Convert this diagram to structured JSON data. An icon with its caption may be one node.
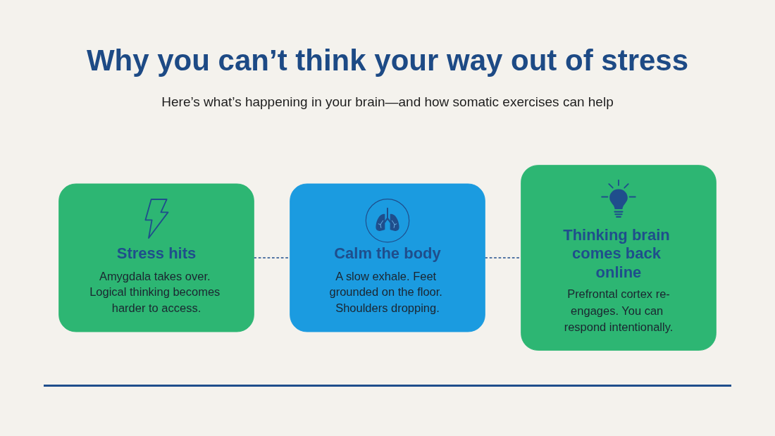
{
  "diagram": {
    "title": "Why you can’t think your way out of stress",
    "nodes": [
      {
        "text": [
          "Stress hits",
          "Amygdala takes over. Logical thinking becomes harder to access."
        ]
      },
      {
        "text": [
          "Calm the body",
          "A slow exhale. Feet grounded on the floor. Shoulders dropping."
        ]
      },
      {
        "text": [
          "Thinking brain comes back online",
          "Prefrontal cortex re-engages. You can respond intentionally."
        ]
      }
    ],
    "edges": [
      {
        "from": 0,
        "to": 1,
        "arrow": "none",
        "style": "dashed"
      },
      {
        "from": 1,
        "to": 2,
        "arrow": "none",
        "style": "dashed"
      }
    ],
    "labels": [
      "Here’s what’s happening in your brain—and how somatic exercises can help"
    ]
  }
}
